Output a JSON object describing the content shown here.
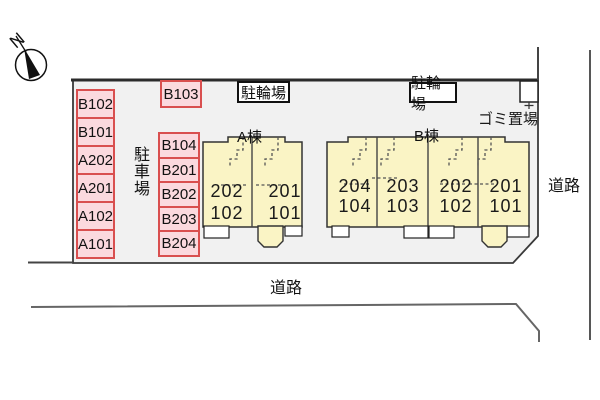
{
  "compass": {
    "label": "N"
  },
  "labels": {
    "parking_area": "駐車場",
    "bicycle_1": "駐輪場",
    "bicycle_2": "駐輪場",
    "garbage": "ゴミ置場",
    "road_right": "道路",
    "road_bottom": "道路"
  },
  "parking": {
    "left_column": [
      "B102",
      "B101",
      "A202",
      "A201",
      "A102",
      "A101"
    ],
    "b103": "B103",
    "right_column": [
      "B104",
      "B201",
      "B202",
      "B203",
      "B204"
    ]
  },
  "buildings": {
    "a": {
      "name": "A棟",
      "units": [
        {
          "upper": "202",
          "lower": "102"
        },
        {
          "upper": "201",
          "lower": "101"
        }
      ]
    },
    "b": {
      "name": "B棟",
      "units": [
        {
          "upper": "204",
          "lower": "104"
        },
        {
          "upper": "203",
          "lower": "103"
        },
        {
          "upper": "202",
          "lower": "102"
        },
        {
          "upper": "201",
          "lower": "101"
        }
      ]
    }
  },
  "colors": {
    "site_fill": "#f1f1f1",
    "building_fill": "#faf4c5",
    "parking_fill": "#fbd9de",
    "parking_border": "#d94f4f",
    "boundary_line": "#333333",
    "road_line": "#666666"
  }
}
